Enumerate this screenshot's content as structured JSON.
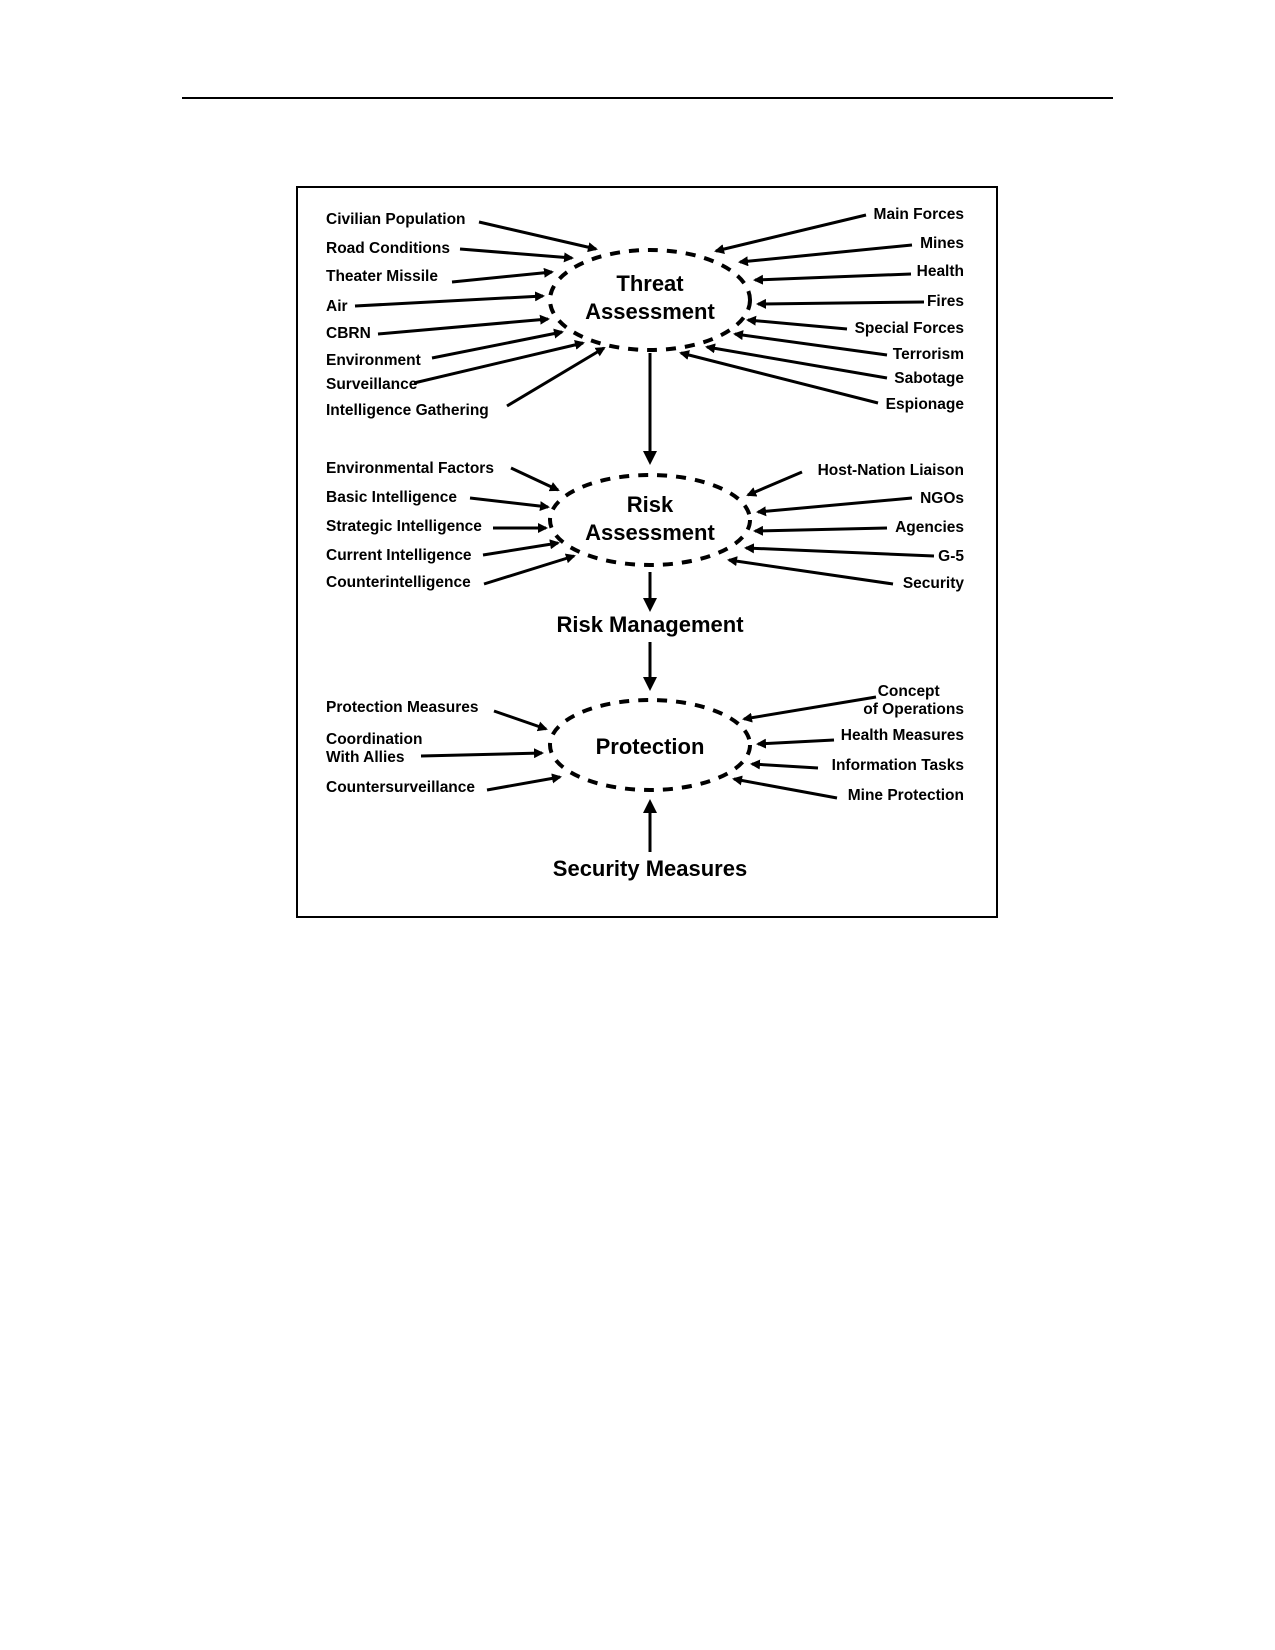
{
  "diagram": {
    "threat": {
      "title": [
        "Threat",
        "Assessment"
      ],
      "left": [
        "Civilian Population",
        "Road Conditions",
        "Theater Missile",
        "Air",
        "CBRN",
        "Environment",
        "Surveillance",
        "Intelligence Gathering"
      ],
      "right": [
        "Main Forces",
        "Mines",
        "Health",
        "Fires",
        "Special Forces",
        "Terrorism",
        "Sabotage",
        "Espionage"
      ]
    },
    "risk": {
      "title": [
        "Risk",
        "Assessment"
      ],
      "left": [
        "Environmental Factors",
        "Basic Intelligence",
        "Strategic Intelligence",
        "Current Intelligence",
        "Counterintelligence"
      ],
      "right": [
        "Host-Nation Liaison",
        "NGOs",
        "Agencies",
        "G-5",
        "Security"
      ]
    },
    "risk_management": "Risk Management",
    "protection": {
      "title": "Protection",
      "left": [
        "Protection Measures",
        "Coordination With Allies",
        "Countersurveillance"
      ],
      "right": [
        "Concept of Operations",
        "Health Measures",
        "Information Tasks",
        "Mine Protection"
      ]
    },
    "security_measures": "Security Measures"
  }
}
